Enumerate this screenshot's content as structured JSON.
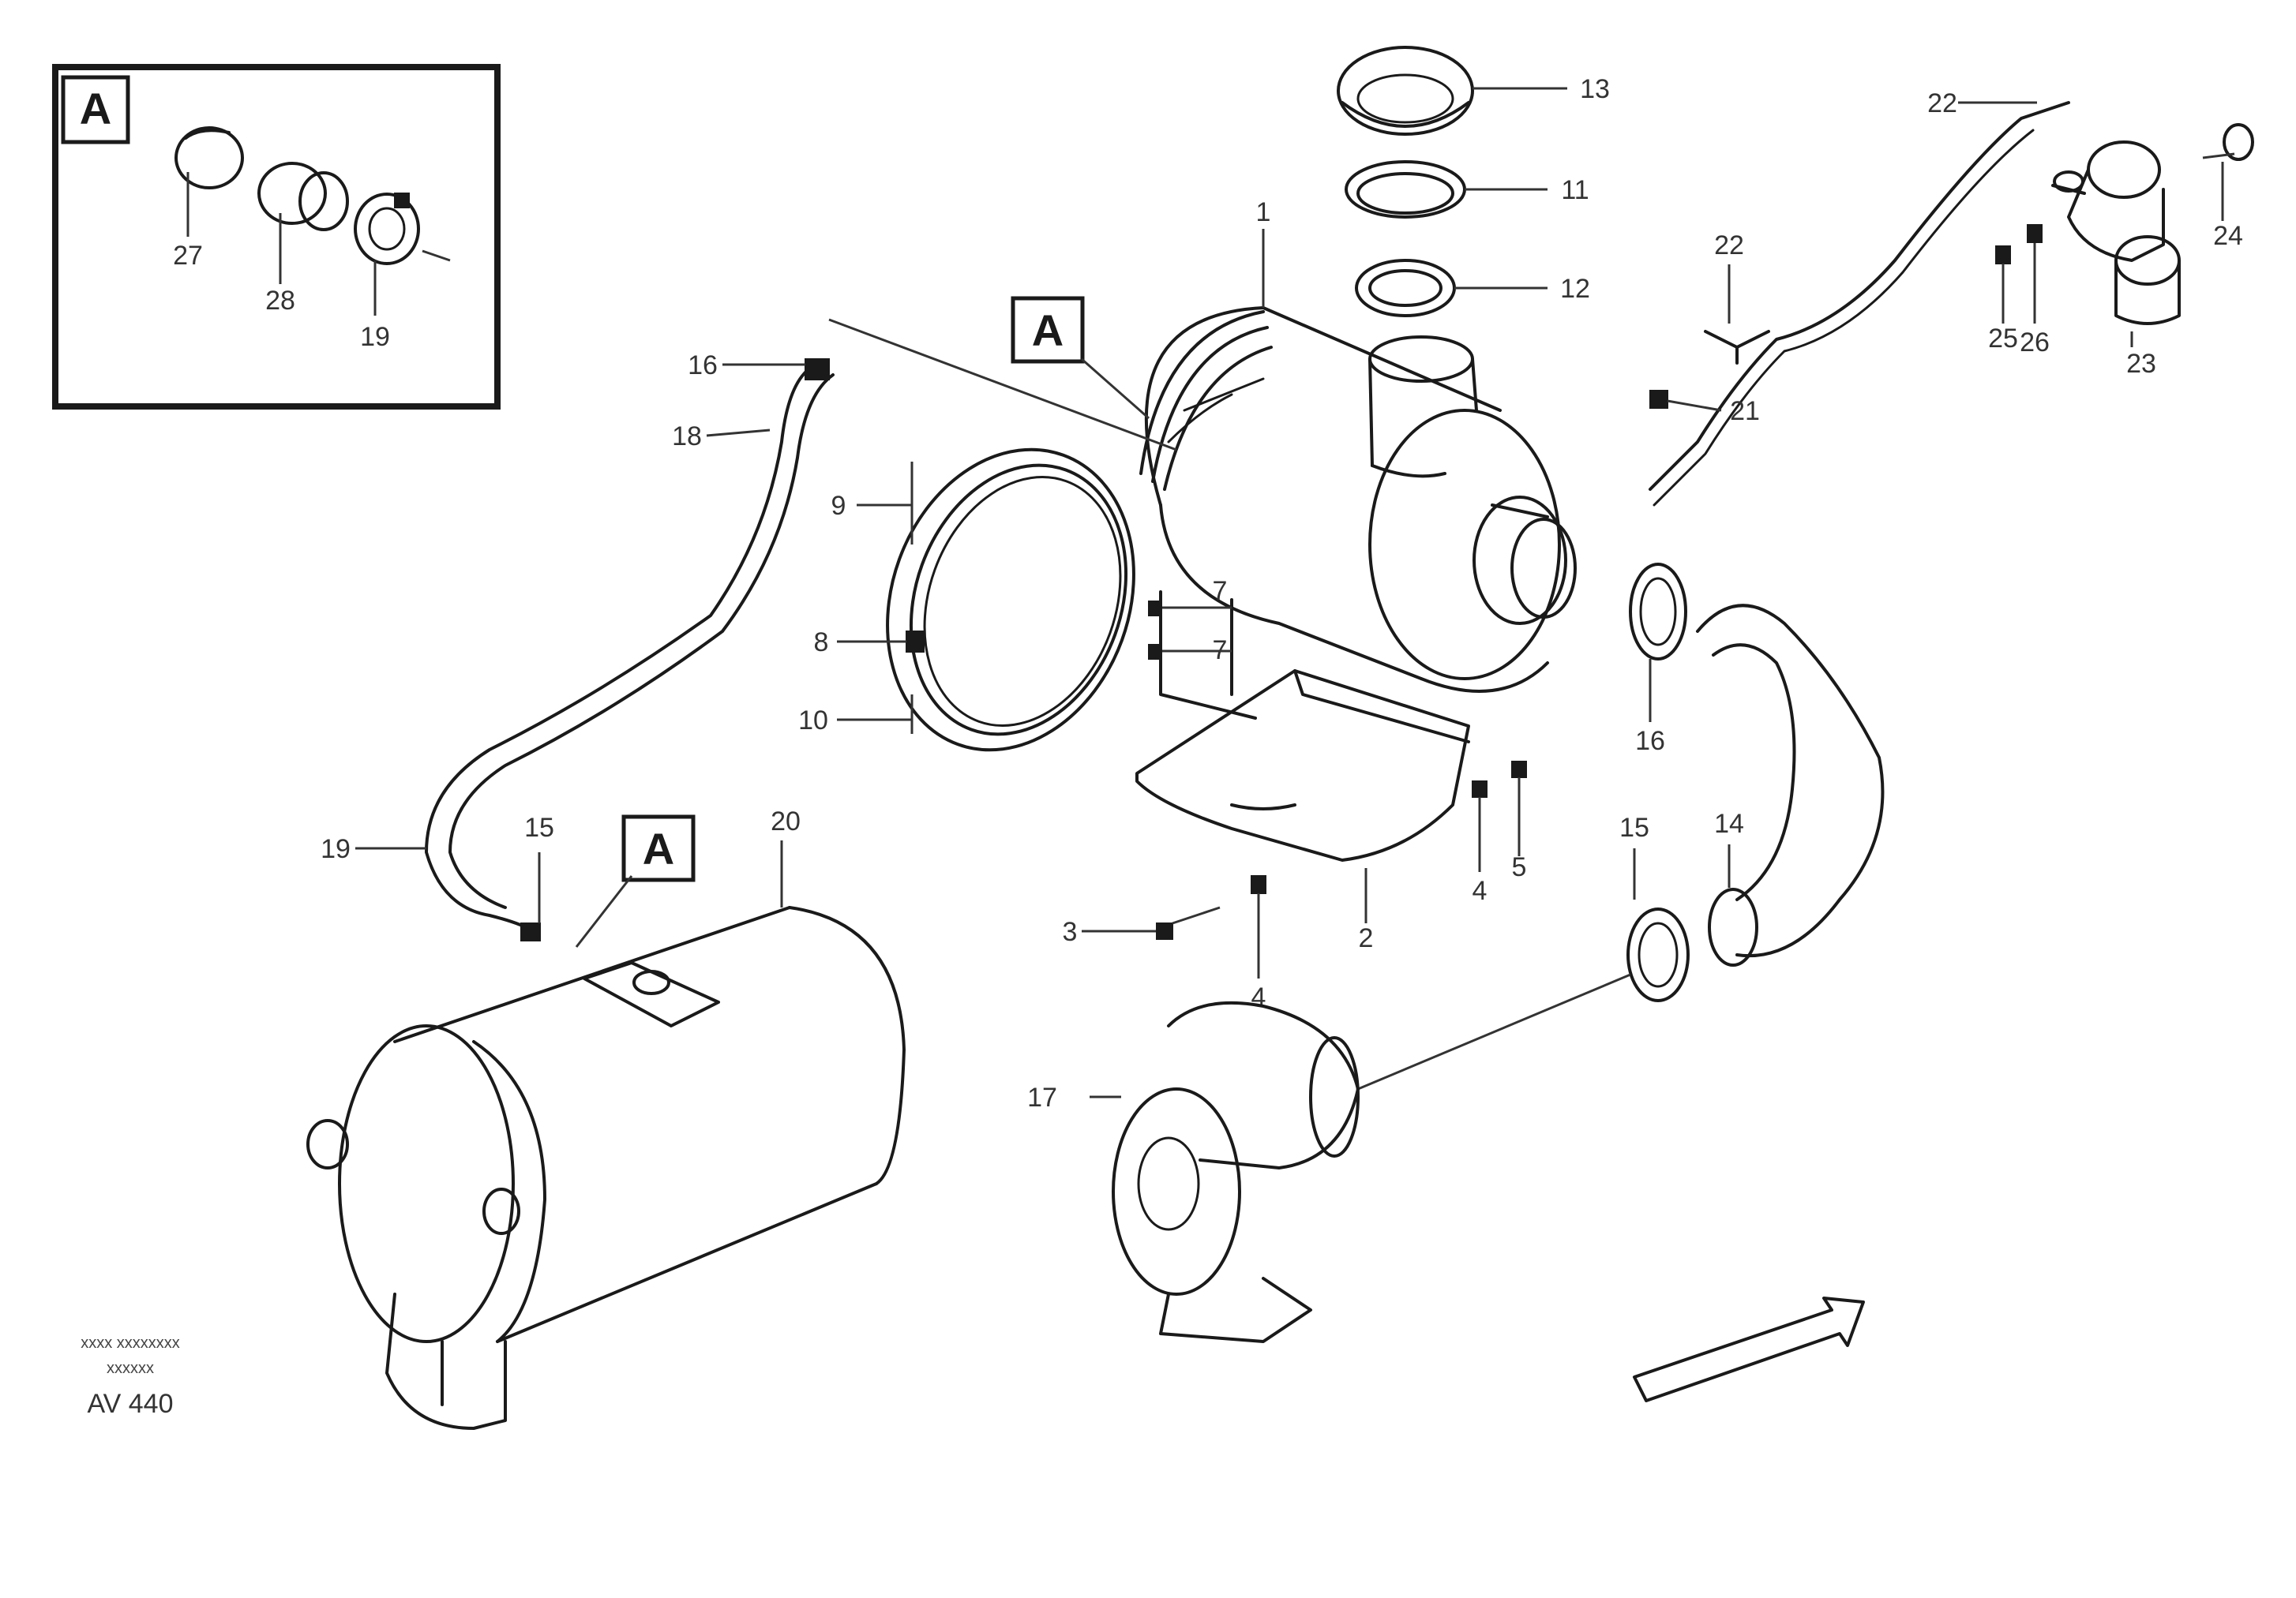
{
  "detail_view_label": "A",
  "callouts": {
    "view_ref_main": "A",
    "view_ref_tank": "A",
    "c1": "1",
    "c2": "2",
    "c3": "3",
    "c4a": "4",
    "c4b": "4",
    "c5": "5",
    "c7a": "7",
    "c7b": "7",
    "c8": "8",
    "c9": "9",
    "c10": "10",
    "c11": "11",
    "c12": "12",
    "c13": "13",
    "c14": "14",
    "c15a": "15",
    "c15b": "15",
    "c16a": "16",
    "c16b": "16",
    "c17": "17",
    "c18": "18",
    "c19": "19",
    "c20": "20",
    "c21": "21",
    "c22a": "22",
    "c22b": "22",
    "c23": "23",
    "c24": "24",
    "c25": "25",
    "c26": "26",
    "inset_19": "19",
    "inset_27": "27",
    "inset_28": "28"
  },
  "footer": {
    "ref_line1": "xxxx xxxxxxxx",
    "ref_line2": "xxxxxx",
    "ref_code": "AV 440"
  }
}
